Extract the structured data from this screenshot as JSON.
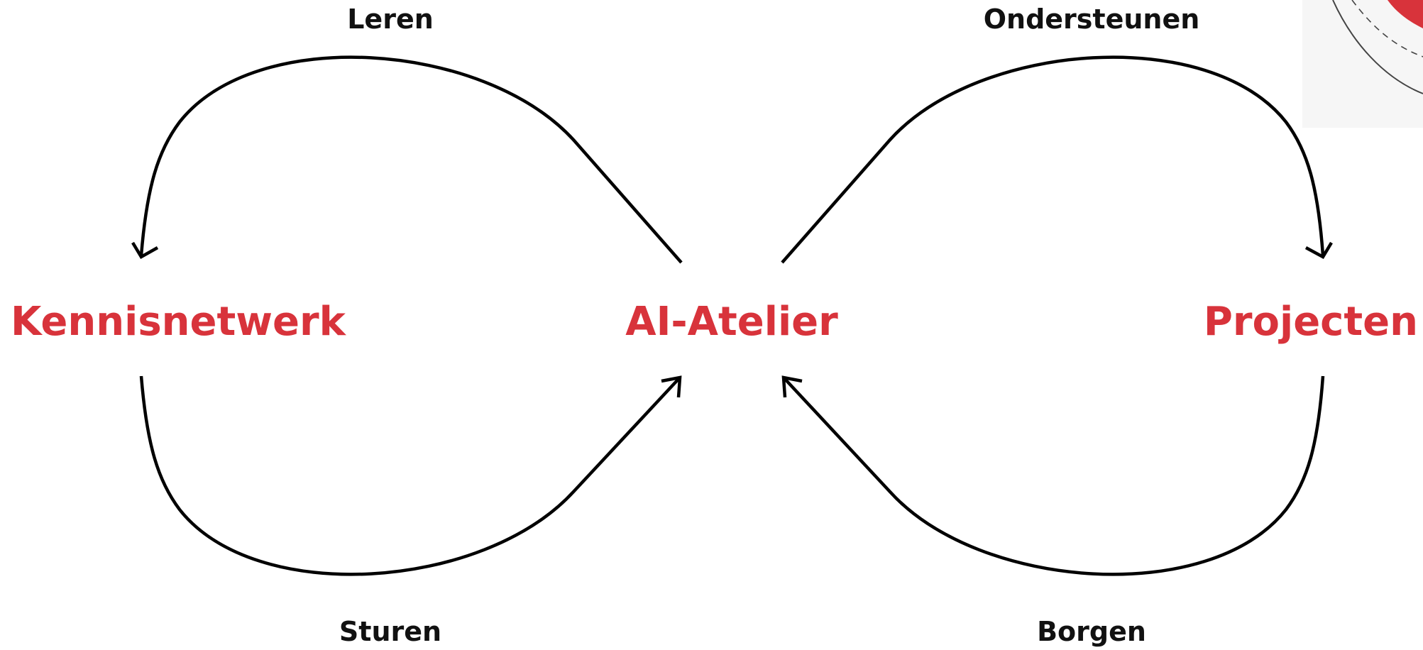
{
  "nodes": {
    "left": "Kennisnetwerk",
    "center": "AI-Atelier",
    "right": "Projecten"
  },
  "edges": {
    "top_left": "Leren",
    "bottom_left": "Sturen",
    "top_right": "Ondersteunen",
    "bottom_right": "Borgen"
  },
  "colors": {
    "node_text": "#d8333b",
    "edge_text": "#111111",
    "arrows": "#000000"
  }
}
